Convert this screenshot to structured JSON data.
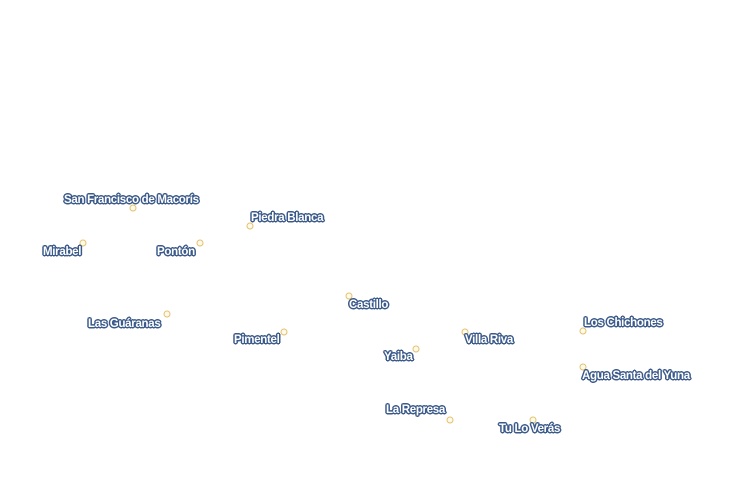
{
  "map": {
    "places": [
      {
        "name": "San Francisco de Macorís"
      },
      {
        "name": "Piedra Blanca"
      },
      {
        "name": "Mirabel"
      },
      {
        "name": "Pontón"
      },
      {
        "name": "Las Guáranas"
      },
      {
        "name": "Castillo"
      },
      {
        "name": "Pimentel"
      },
      {
        "name": "Villa Riva"
      },
      {
        "name": "Los Chichones"
      },
      {
        "name": "Yaiba"
      },
      {
        "name": "Agua Santa del Yuna"
      },
      {
        "name": "La Represa"
      },
      {
        "name": "Tu Lo Verás"
      }
    ]
  },
  "colors": {
    "label_fill": "#ffffff",
    "label_halo": "#3b5a8a",
    "dot_fill": "#fffbe8",
    "dot_stroke": "#e3c070"
  }
}
